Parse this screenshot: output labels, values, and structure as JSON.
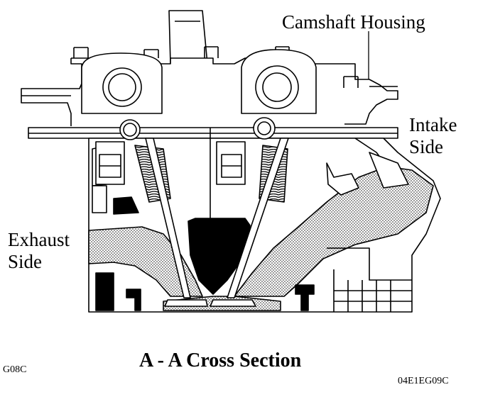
{
  "labels": {
    "camshaft_housing": "Camshaft Housing",
    "intake_line1": "Intake",
    "intake_line2": "Side",
    "exhaust_line1": "Exhaust",
    "exhaust_line2": "Side"
  },
  "caption": {
    "title": "A - A Cross Section",
    "code_left": "G08C",
    "code_right": "04E1EG09C"
  },
  "colors": {
    "line": "#000000",
    "background": "#ffffff",
    "stipple": "#8a8a8a"
  }
}
